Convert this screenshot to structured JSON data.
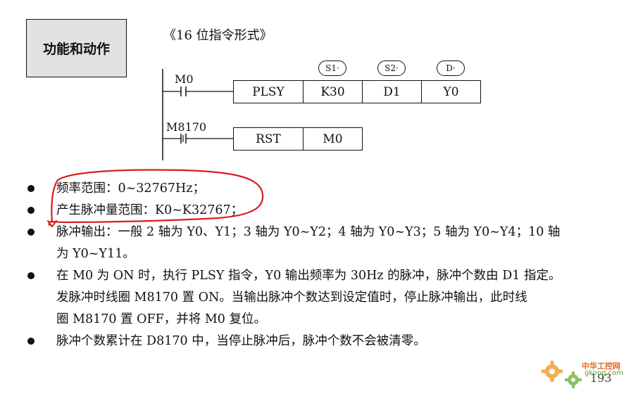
{
  "header": {
    "title": "功能和动作",
    "format_label": "《16 位指令形式》"
  },
  "ladder": {
    "rung1": {
      "contact": "M0",
      "instruction": "PLSY",
      "operands": [
        "K30",
        "D1",
        "Y0"
      ],
      "operand_tags": [
        "S1·",
        "S2·",
        "D·"
      ]
    },
    "rung2": {
      "contact": "M8170",
      "instruction": "RST",
      "operand": "M0"
    }
  },
  "bullets": [
    {
      "lines": [
        "频率范围：0~32767Hz；"
      ]
    },
    {
      "lines": [
        "产生脉冲量范围：K0~K32767；"
      ]
    },
    {
      "lines": [
        "脉冲输出：一般 2 轴为 Y0、Y1；3 轴为 Y0~Y2；4 轴为 Y0~Y3；5 轴为 Y0~Y4；10 轴",
        "为 Y0~Y11。"
      ]
    },
    {
      "lines": [
        "在 M0 为 ON 时，执行 PLSY 指令，Y0 输出频率为 30Hz 的脉冲，脉冲个数由 D1 指定。",
        "发脉冲时线圈 M8170 置 ON。当输出脉冲个数达到设定值时，停止脉冲输出，此时线",
        "圈 M8170 置 OFF，并将 M0 复位。"
      ]
    },
    {
      "lines": [
        "脉冲个数累计在 D8170 中，当停止脉冲后，脉冲个数不会被清零。"
      ]
    }
  ],
  "page_number": "193",
  "watermark": {
    "brand": "中华工控网",
    "site": "gkong.com"
  },
  "colors": {
    "annotation_ring": "#d81e1e",
    "title_box_bg": "#e2e2e2",
    "watermark_orange": "#e06a1a"
  }
}
